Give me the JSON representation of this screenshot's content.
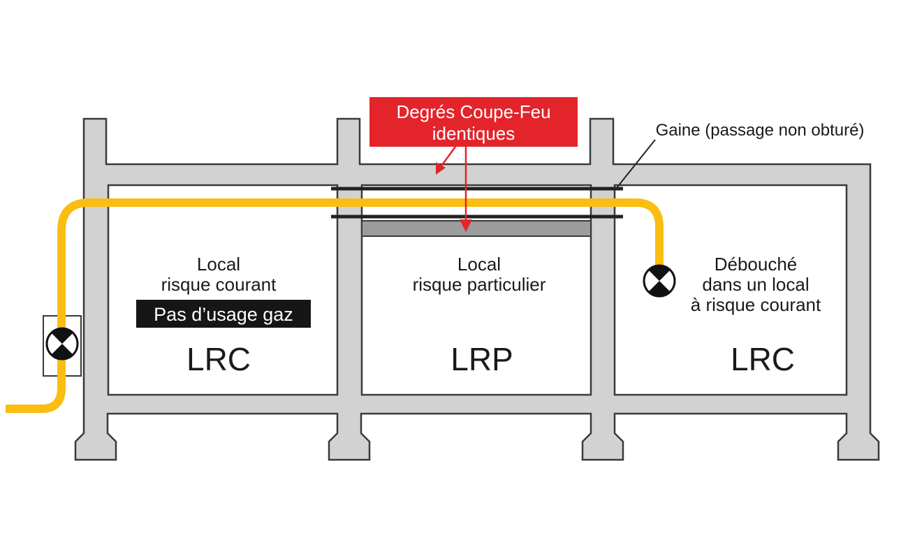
{
  "callout": {
    "text_line1": "Degrés Coupe-Feu",
    "text_line2": "identiques",
    "color": "#e3242b"
  },
  "gaine_label": "Gaine (passage non obturé)",
  "rooms": [
    {
      "line1": "Local",
      "line2": "risque courant",
      "badge": "Pas d’usage gaz",
      "code": "LRC"
    },
    {
      "line1": "Local",
      "line2": "risque particulier",
      "code": "LRP"
    },
    {
      "line1": "Débouché",
      "line2": "dans un local",
      "line3": "à risque courant",
      "code": "LRC"
    }
  ],
  "colors": {
    "wall": "#d2d2d2",
    "wall_stroke": "#3a3a3a",
    "gas_pipe": "#f9be11",
    "protected_zone": "#9c9c9c",
    "badge_bg": "#161616"
  },
  "icons": {
    "gas_valve": "valve-icon"
  }
}
